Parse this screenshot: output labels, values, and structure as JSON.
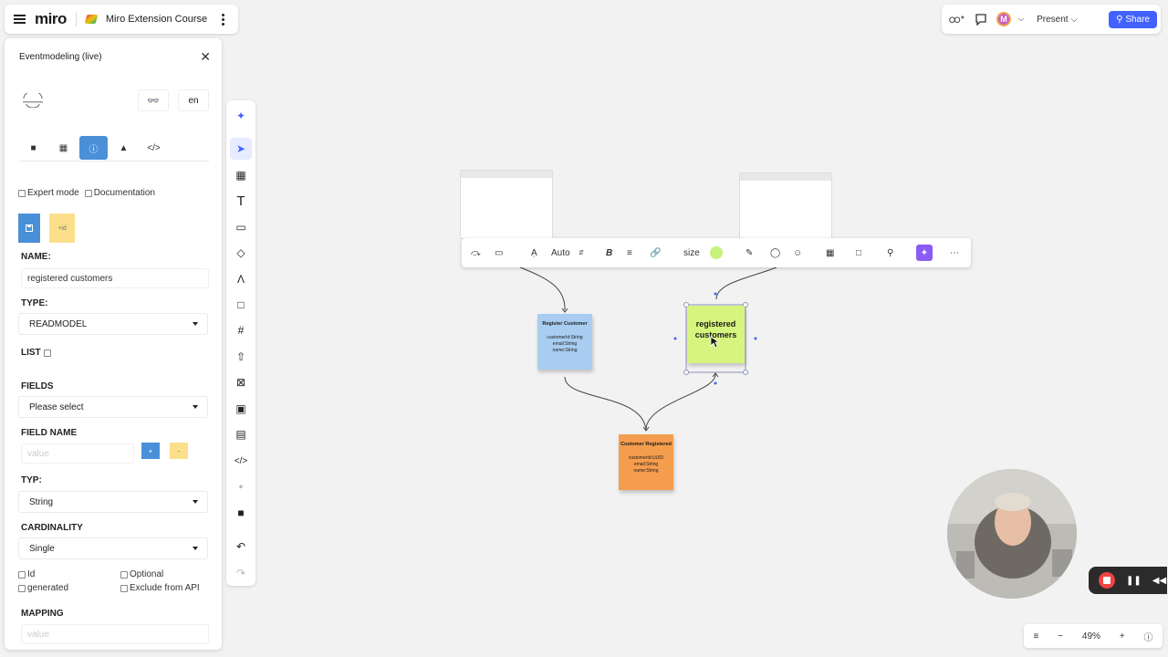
{
  "app": {
    "logo": "miro",
    "board_name": "Miro Extension Course"
  },
  "topbar": {
    "present_label": "Present",
    "share_label": "Share",
    "avatar_initial": "M"
  },
  "panel": {
    "title": "Eventmodeling (live)",
    "lang": "en",
    "expert_mode_label": "Expert mode",
    "documentation_label": "Documentation",
    "save_icon": "save-icon",
    "add_id_label": "+id",
    "name_label": "NAME:",
    "name_value": "registered customers",
    "type_label": "TYPE:",
    "type_value": "READMODEL",
    "list_label": "LIST",
    "fields_label": "FIELDS",
    "fields_value": "Please select",
    "field_name_label": "FIELD NAME",
    "field_name_placeholder": "value",
    "plus_label": "+",
    "minus_label": "-",
    "typ_label": "TYP:",
    "typ_value": "String",
    "cardinality_label": "CARDINALITY",
    "cardinality_value": "Single",
    "id_label": "Id",
    "optional_label": "Optional",
    "generated_label": "generated",
    "exclude_label": "Exclude from API",
    "mapping_label": "MAPPING",
    "mapping_placeholder": "value"
  },
  "toolbar_ctx": {
    "font_auto": "Auto",
    "size_label": "size",
    "accent_color": "#c6f27a"
  },
  "stickies": {
    "register": {
      "title": "Register Customer",
      "fields": [
        "customerId:String",
        "email:String",
        "name:String"
      ],
      "color": "#a9cdf1"
    },
    "readmodel": {
      "title": "registered customers",
      "color": "#d6f57e"
    },
    "event": {
      "title": "Customer Registered",
      "fields": [
        "customerId:UUID",
        "email:String",
        "name:String"
      ],
      "color": "#f59d4e"
    }
  },
  "zoom": "49%",
  "colors": {
    "brand": "#4262ff"
  }
}
